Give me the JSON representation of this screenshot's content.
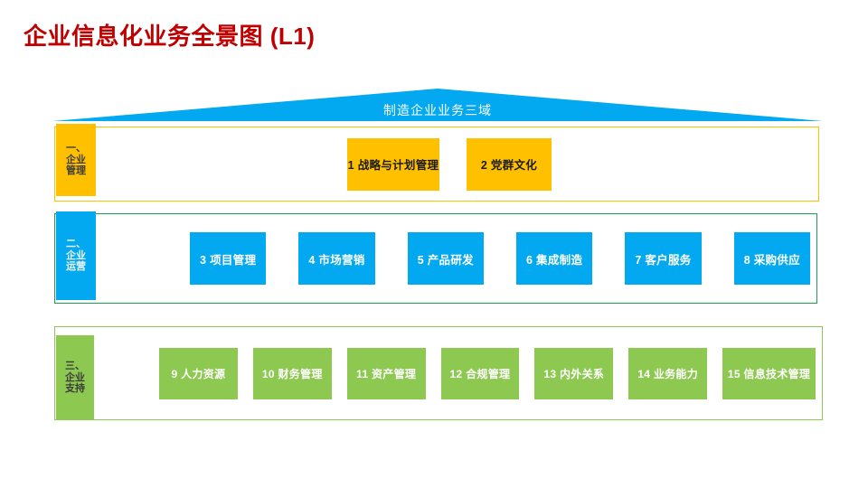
{
  "page": {
    "title": "企业信息化业务全景图 (L1)",
    "title_color": "#c00000",
    "background": "#ffffff"
  },
  "roof": {
    "label": "制造企业业务三域",
    "color": "#03a9f0",
    "text_color": "#ffffff"
  },
  "rows": [
    {
      "id": "row1",
      "tab": {
        "lines": [
          "一、",
          "企业",
          "管理"
        ],
        "color": "#ffc000"
      },
      "border_color": "#ffc000",
      "card_color": "#ffc000",
      "card_text_color": "#1a1a1a",
      "cards": [
        {
          "number": "1",
          "label": "1 战略与计划管理"
        },
        {
          "number": "2",
          "label": "2 党群文化"
        }
      ]
    },
    {
      "id": "row2",
      "tab": {
        "lines": [
          "二、",
          "企业",
          "运营"
        ],
        "color": "#03a9f0"
      },
      "border_color": "#1f9d55",
      "card_color": "#03a9f0",
      "card_text_color": "#ffffff",
      "cards": [
        {
          "number": "3",
          "label": "3 项目管理"
        },
        {
          "number": "4",
          "label": "4 市场营销"
        },
        {
          "number": "5",
          "label": "5 产品研发"
        },
        {
          "number": "6",
          "label": "6 集成制造"
        },
        {
          "number": "7",
          "label": "7 客户服务"
        },
        {
          "number": "8",
          "label": "8 采购供应"
        }
      ]
    },
    {
      "id": "row3",
      "tab": {
        "lines": [
          "三、",
          "企业",
          "支持"
        ],
        "color": "#8dc850"
      },
      "border_color": "#8dc850",
      "card_color": "#8dc850",
      "card_text_color": "#ffffff",
      "cards": [
        {
          "number": "9",
          "label": "9 人力资源"
        },
        {
          "number": "10",
          "label": "10 财务管理"
        },
        {
          "number": "11",
          "label": "11 资产管理"
        },
        {
          "number": "12",
          "label": "12 合规管理"
        },
        {
          "number": "13",
          "label": "13 内外关系"
        },
        {
          "number": "14",
          "label": "14 业务能力"
        },
        {
          "number": "15",
          "label": "15 信息技术管理"
        }
      ]
    }
  ]
}
